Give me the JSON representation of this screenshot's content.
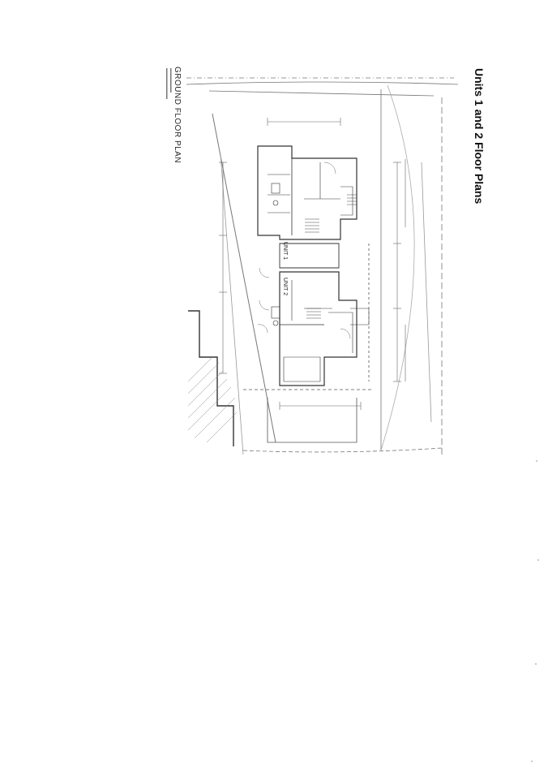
{
  "heading": "Units 1 and 2 Floor Plans",
  "plan_title": "GROUND FLOOR PLAN",
  "units": [
    "UNIT 1",
    "UNIT 2"
  ],
  "colors": {
    "ink": "#1a1a1a",
    "linework": "#555555",
    "paper": "#ffffff"
  }
}
